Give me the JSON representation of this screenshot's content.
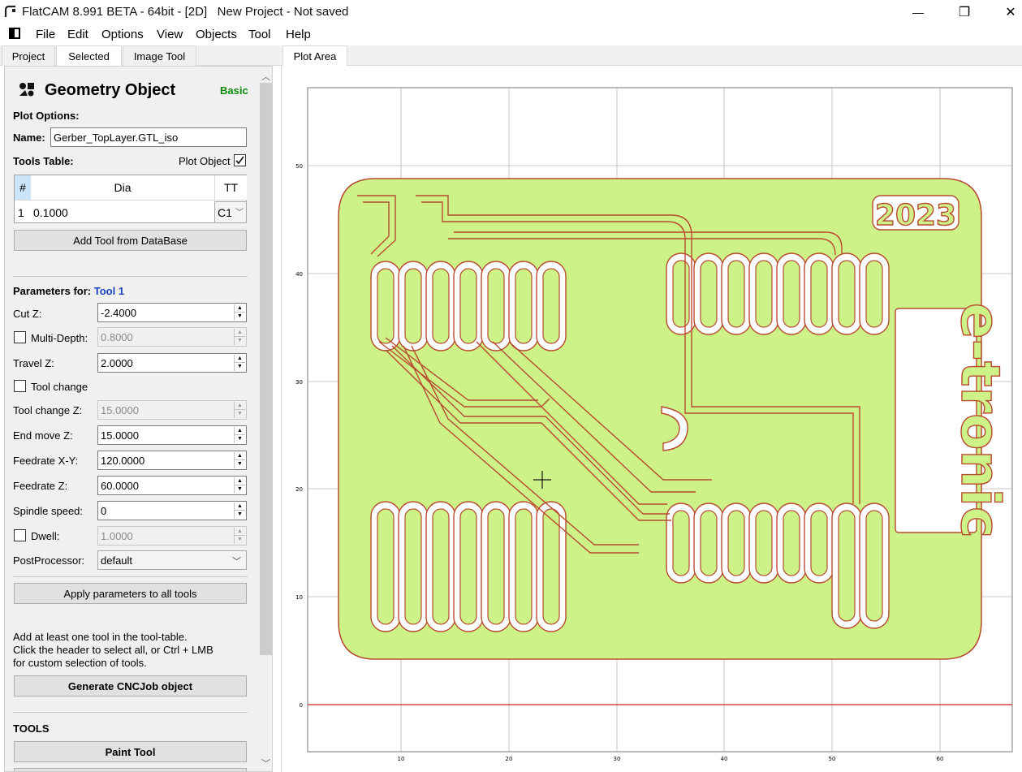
{
  "window": {
    "app_name": "FlatCAM 8.991 BETA - 64bit - [2D]",
    "project": "New Project - Not saved",
    "minimize_glyph": "—",
    "maximize_glyph": "❐",
    "close_glyph": "✕"
  },
  "menu": [
    "File",
    "Edit",
    "Options",
    "View",
    "Objects",
    "Tool",
    "Help"
  ],
  "left_tabs": [
    "Project",
    "Selected",
    "Image Tool"
  ],
  "left_tab_active": "Selected",
  "object_panel": {
    "title": "Geometry Object",
    "mode": "Basic",
    "plot_options_label": "Plot Options:",
    "name_label": "Name:",
    "name_value": "Gerber_TopLayer.GTL_iso",
    "tools_table_label": "Tools Table:",
    "plot_object_label": "Plot Object",
    "plot_object_checked": true,
    "table_headers": [
      "#",
      "Dia",
      "TT"
    ],
    "table_rows": [
      {
        "num": "1",
        "dia": "0.1000",
        "tt": "C1"
      }
    ],
    "add_tool_db_button": "Add Tool from DataBase",
    "parameters_for_label": "Parameters for:",
    "parameters_tool": "Tool 1",
    "params": {
      "cut_z": {
        "label": "Cut Z:",
        "value": "-2.4000"
      },
      "multi_depth": {
        "label": "Multi-Depth:",
        "value": "0.8000",
        "checked": false
      },
      "travel_z": {
        "label": "Travel Z:",
        "value": "2.0000"
      },
      "tool_change": {
        "label": "Tool change",
        "checked": false
      },
      "tool_change_z": {
        "label": "Tool change Z:",
        "value": "15.0000"
      },
      "end_move_z": {
        "label": "End move Z:",
        "value": "15.0000"
      },
      "feedrate_xy": {
        "label": "Feedrate X-Y:",
        "value": "120.0000"
      },
      "feedrate_z": {
        "label": "Feedrate Z:",
        "value": "60.0000"
      },
      "spindle_speed": {
        "label": "Spindle speed:",
        "value": "0"
      },
      "dwell": {
        "label": "Dwell:",
        "value": "1.0000",
        "checked": false
      },
      "postprocessor": {
        "label": "PostProcessor:",
        "value": "default"
      }
    },
    "apply_all_button": "Apply parameters to all tools",
    "hint_lines": [
      "Add at least one tool in the tool-table.",
      "Click the header to select all, or Ctrl + LMB",
      "for custom selection of tools."
    ],
    "generate_button": "Generate CNCJob object",
    "tools_section_label": "TOOLS",
    "paint_tool_button": "Paint Tool"
  },
  "plot": {
    "tab_label": "Plot Area",
    "x_ticks": [
      "10",
      "20",
      "30",
      "40",
      "50",
      "60"
    ],
    "y_ticks": [
      "50",
      "40",
      "30",
      "20",
      "10",
      "0"
    ],
    "board_text_1": "2023",
    "board_text_2": "e-tronic",
    "colors": {
      "board_fill": "#cdf388",
      "trace_stroke": "#b84a2e",
      "axis_red": "#d32020",
      "grid": "#b8b8b8"
    }
  }
}
